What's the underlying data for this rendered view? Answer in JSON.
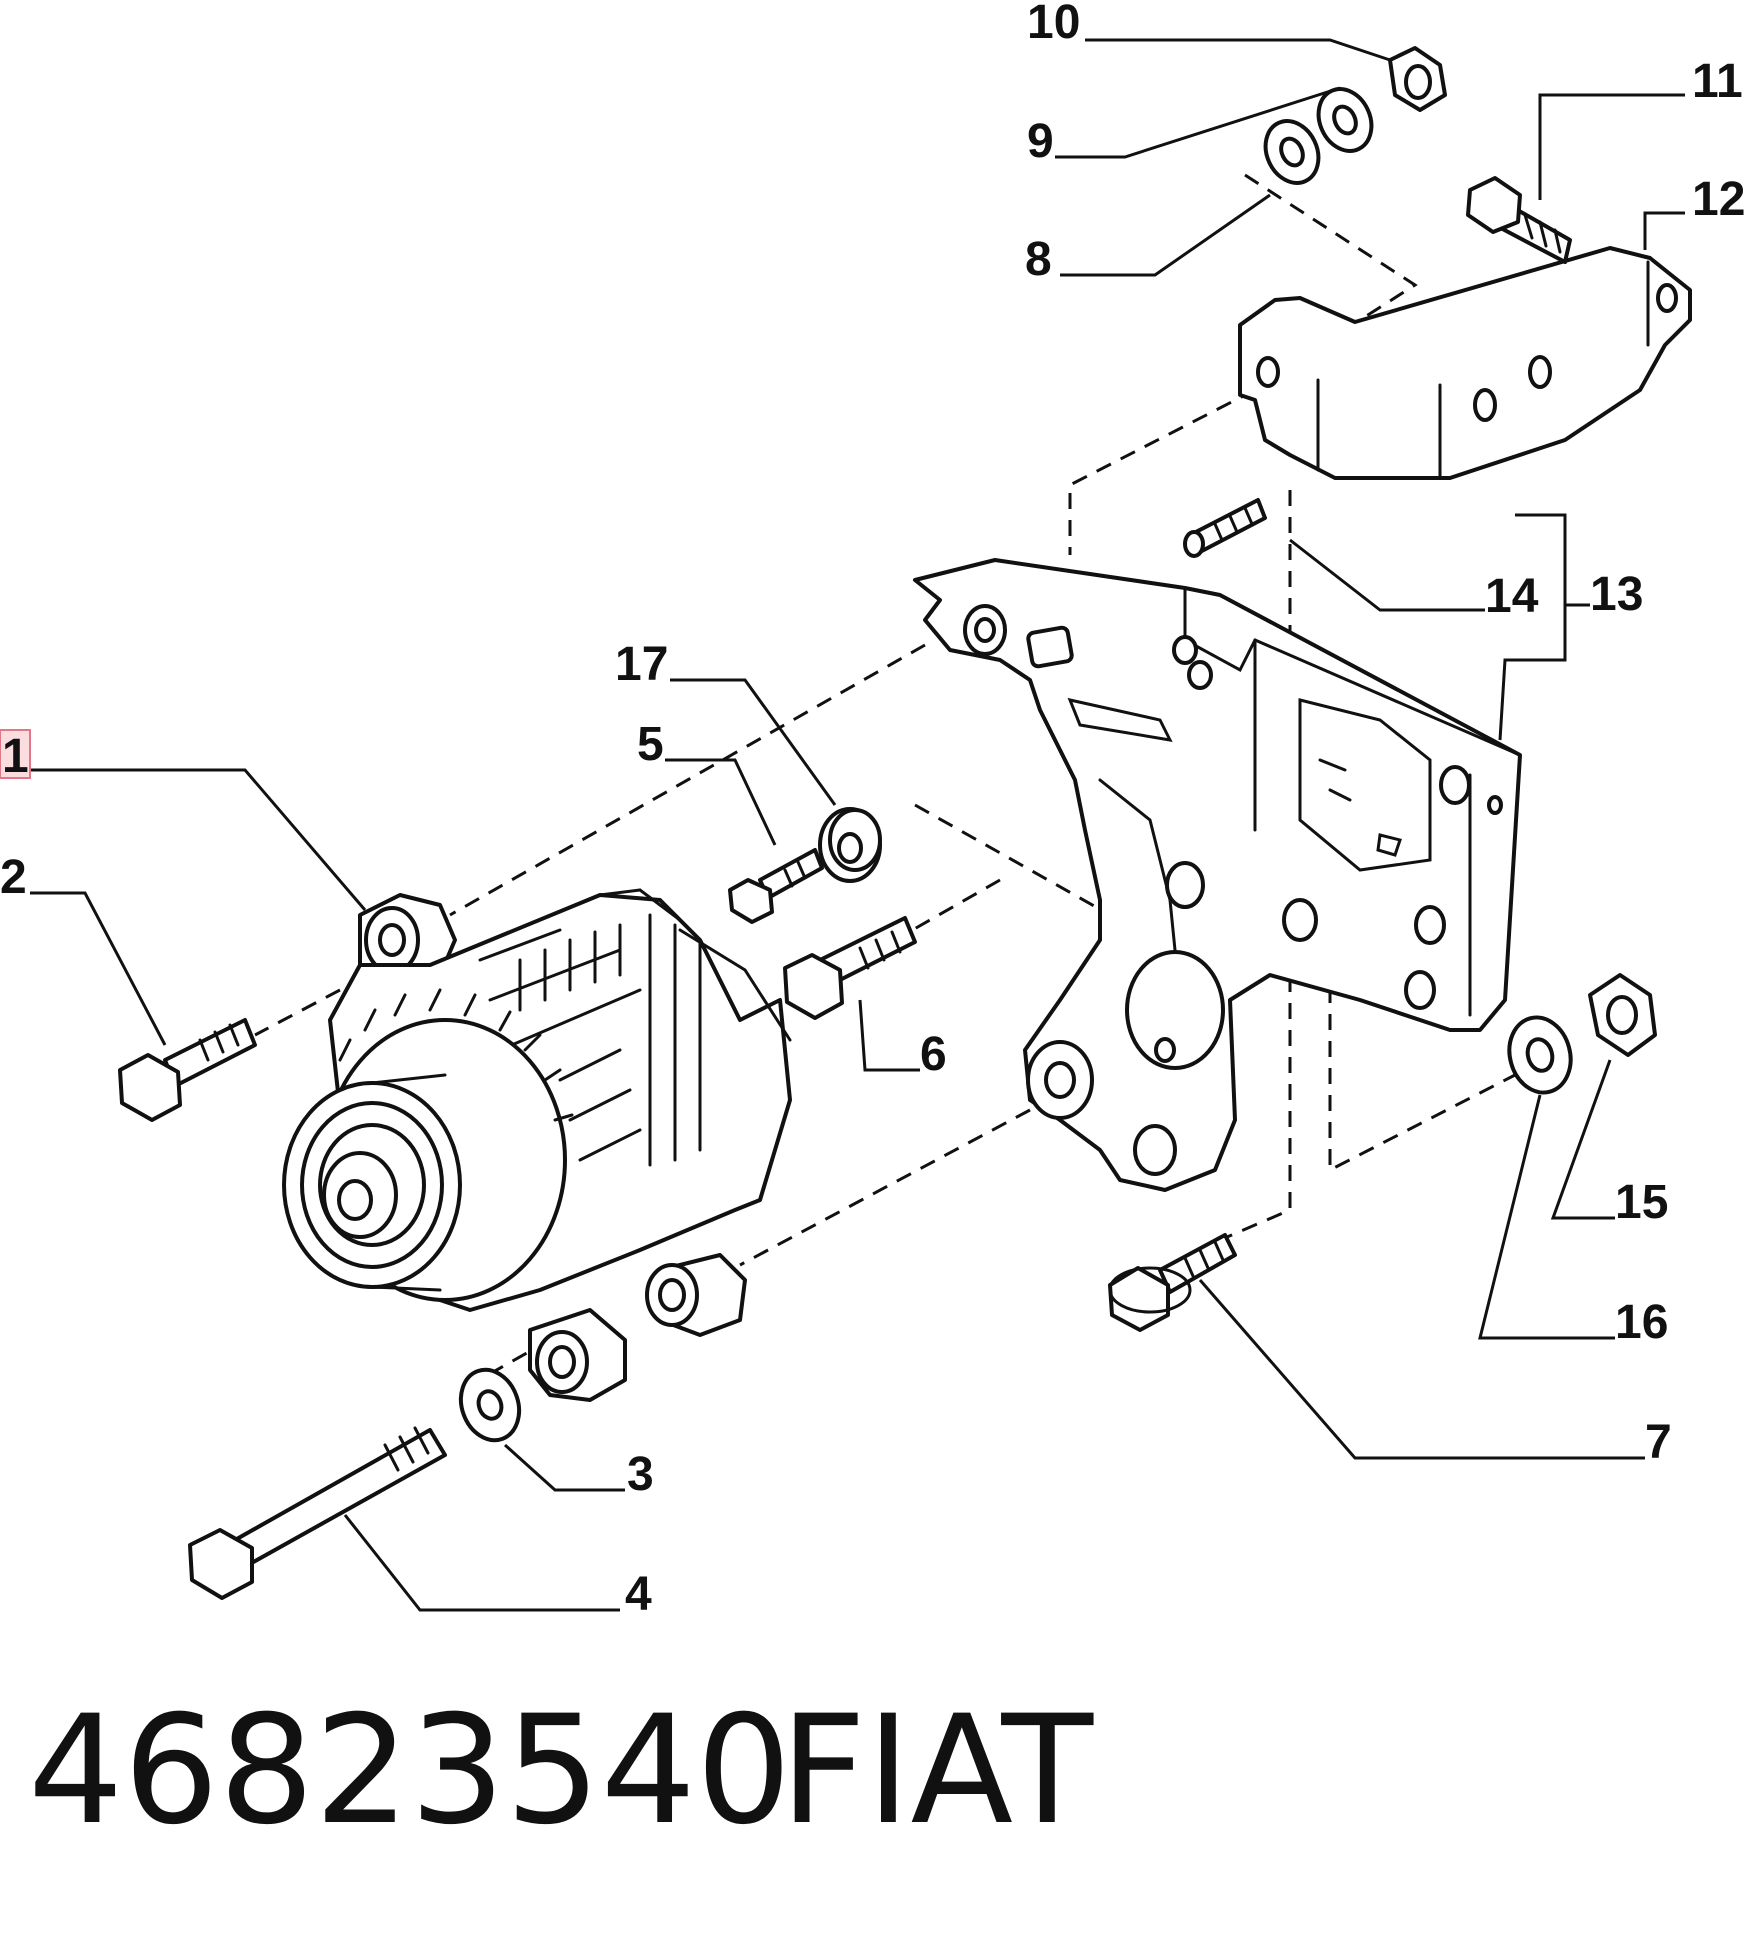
{
  "callouts": {
    "c1": "1",
    "c2": "2",
    "c3": "3",
    "c4": "4",
    "c5": "5",
    "c6": "6",
    "c7": "7",
    "c8": "8",
    "c9": "9",
    "c10": "10",
    "c11": "11",
    "c12": "12",
    "c13": "13",
    "c14": "14",
    "c15": "15",
    "c16": "16",
    "c17": "17"
  },
  "footer": {
    "part_number": "46823540",
    "brand": "FIAT"
  },
  "colors": {
    "line": "#111111",
    "highlight_fill": "#fbdde0",
    "highlight_border": "#e0788a"
  }
}
